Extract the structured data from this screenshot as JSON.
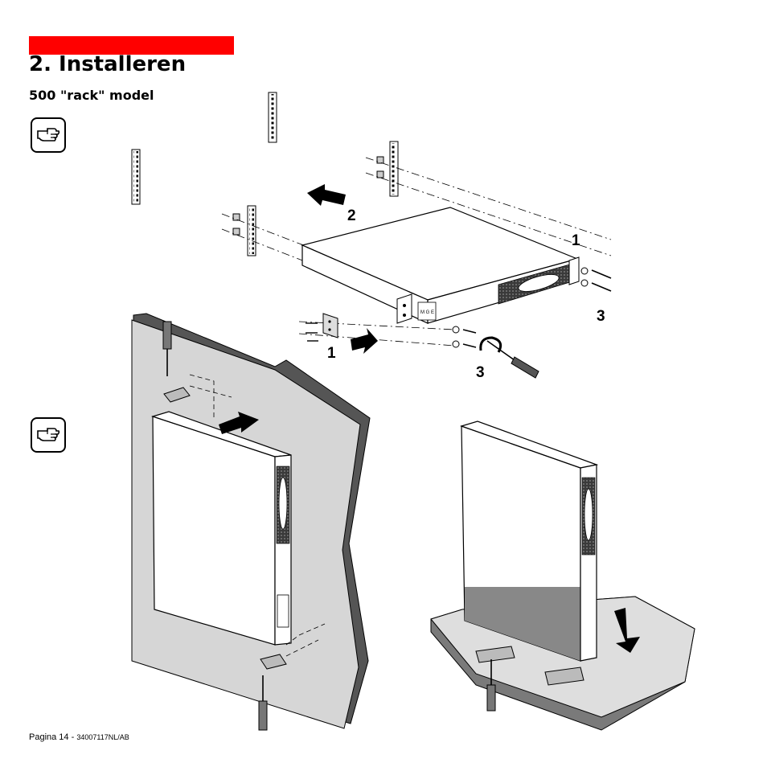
{
  "section": {
    "number_title": "2. Installeren",
    "subtitle": "500 \"rack\" model"
  },
  "icons": {
    "note_icon": "pointing-hand-icon"
  },
  "callouts": {
    "step1_top": "1",
    "step1_bottom": "1",
    "step2": "2",
    "step3_right": "3",
    "step3_bottom": "3"
  },
  "device": {
    "front_label": "M G E"
  },
  "footer": {
    "page_label": "Pagina 14 - ",
    "doc_code": "34007117NL/AB"
  }
}
